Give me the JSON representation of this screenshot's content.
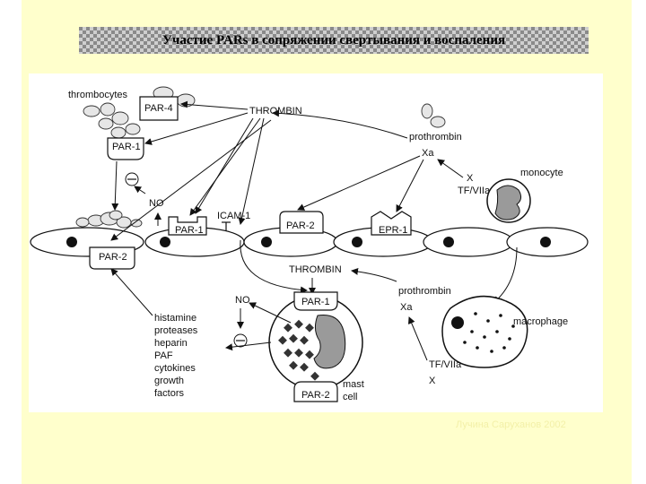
{
  "title": "Участие PARs в сопряжении свертывания и воспаления",
  "footer": "Лучина Саруханов   2002",
  "diagram": {
    "thrombocytes": "thrombocytes",
    "par4": "PAR-4",
    "par1": "PAR-1",
    "par2": "PAR-2",
    "thrombin": "THROMBIN",
    "prothrombin": "prothrombin",
    "xa": "Xa",
    "x": "X",
    "tf_viia": "TF/VIIa",
    "monocyte": "monocyte",
    "no": "NO",
    "icam1": "ICAM-1",
    "epr1": "EPR-1",
    "macrophage": "macrophage",
    "mast_cell_line1": "mast",
    "mast_cell_line2": "cell",
    "mediators": [
      "histamine",
      "proteases",
      "heparin",
      "PAF",
      "cytokines",
      "growth",
      "factors"
    ]
  },
  "colors": {
    "slide": "#ffffcc",
    "panel": "#ffffff",
    "cell_fill": "#e6e6e6",
    "dark": "#111111",
    "nucleus_gray": "#9a9a9a"
  }
}
